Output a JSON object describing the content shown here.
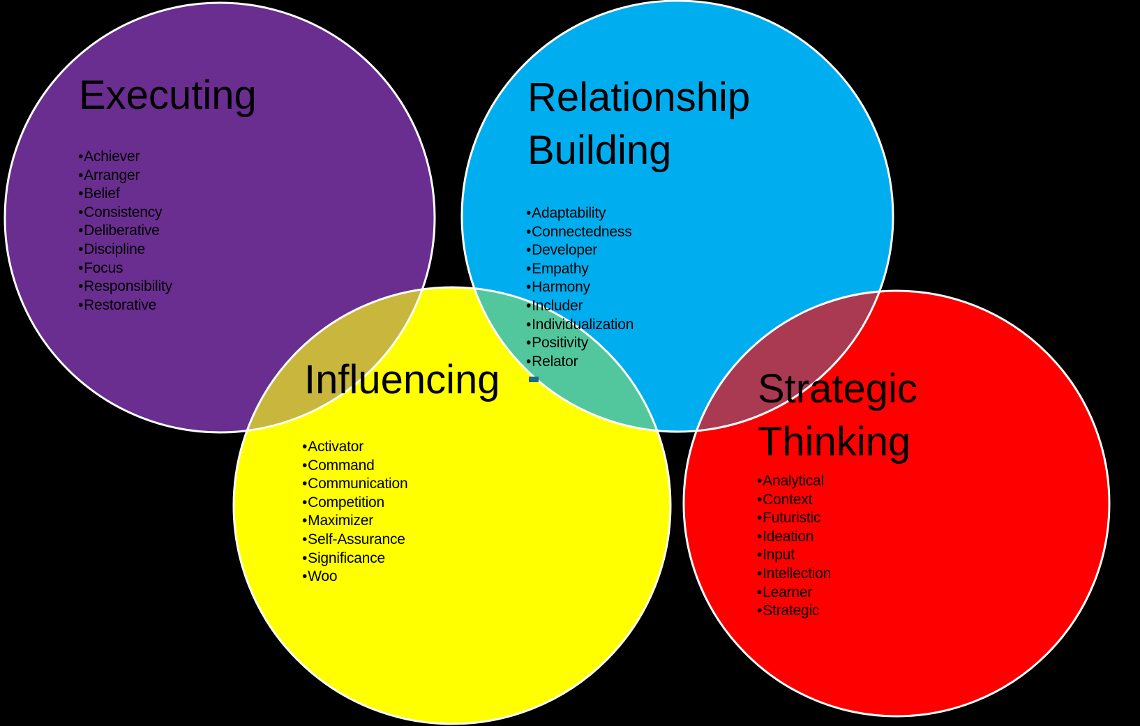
{
  "background_color": "#000000",
  "outline_color": "#FFFFFF",
  "text_color": "#000000",
  "circles": {
    "executing": {
      "label": "Executing",
      "color": "#6A2D90",
      "items": [
        "Achiever",
        "Arranger",
        "Belief",
        "Consistency",
        "Deliberative",
        "Discipline",
        "Focus",
        "Responsibility",
        "Restorative"
      ]
    },
    "relationship_building": {
      "label": "Relationship Building",
      "color": "#00AEEF",
      "items": [
        "Adaptability",
        "Connectedness",
        "Developer",
        "Empathy",
        "Harmony",
        "Includer",
        "Individualization",
        "Positivity",
        "Relator"
      ]
    },
    "influencing": {
      "label": "Influencing",
      "color": "#FFFF00",
      "items": [
        "Activator",
        "Command",
        "Communication",
        "Competition",
        "Maximizer",
        "Self-Assurance",
        "Significance",
        "Woo"
      ]
    },
    "strategic_thinking": {
      "label": "Strategic Thinking",
      "color": "#FF0000",
      "items": [
        "Analytical",
        "Context",
        "Futuristic",
        "Ideation",
        "Input",
        "Intellection",
        "Learner",
        "Strategic"
      ]
    }
  },
  "overlaps": {
    "executing_influencing": "#C9B63C",
    "relationship_influencing": "#52C79E",
    "relationship_strategic": "#A93A52"
  },
  "stray_dash_color": "#1B6A8C"
}
